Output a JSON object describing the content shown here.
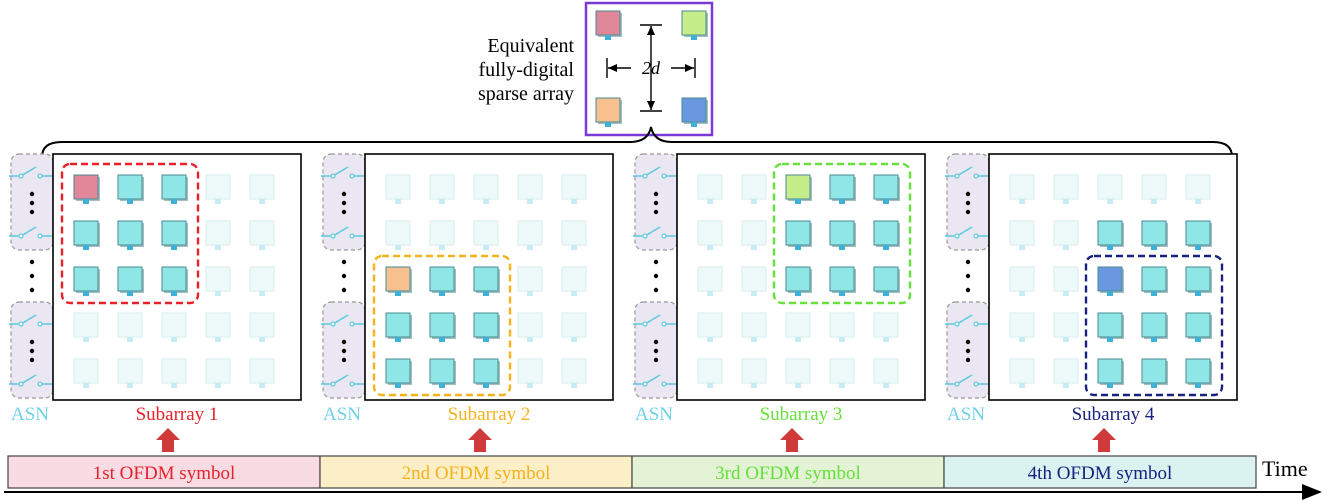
{
  "equivalent_label": [
    "Equivalent",
    "fully-digital",
    "sparse array"
  ],
  "spacing_label": "2d",
  "panels": [
    {
      "asn_label": "ASN",
      "subarray_label": "Subarray 1",
      "color": "#e8202a",
      "active_rows": [
        0,
        1,
        2
      ],
      "active_cols": [
        0,
        1,
        2
      ],
      "ref_color": "#e0879a"
    },
    {
      "asn_label": "ASN",
      "subarray_label": "Subarray 2",
      "color": "#f5b21b",
      "active_rows": [
        2,
        3,
        4
      ],
      "active_cols": [
        0,
        1,
        2
      ],
      "ref_color": "#f7c08f"
    },
    {
      "asn_label": "ASN",
      "subarray_label": "Subarray 3",
      "color": "#66e03a",
      "active_rows": [
        0,
        1,
        2
      ],
      "active_cols": [
        2,
        3,
        4
      ],
      "ref_color": "#c5ee8a"
    },
    {
      "asn_label": "ASN",
      "subarray_label": "Subarray 4",
      "color": "#1a2080",
      "active_rows": [
        1,
        2,
        3,
        4
      ],
      "active_cols": [
        2,
        3,
        4
      ],
      "box_rows": [
        2,
        3,
        4
      ],
      "ref_color": "#6a98e0"
    }
  ],
  "timeline": {
    "segments": [
      {
        "label": "1st OFDM symbol",
        "bg": "#f8dbe3",
        "text_color": "#e8202a"
      },
      {
        "label": "2nd OFDM symbol",
        "bg": "#fcefc8",
        "text_color": "#f5b21b"
      },
      {
        "label": "3rd OFDM symbol",
        "bg": "#e4f2d6",
        "text_color": "#66e03a"
      },
      {
        "label": "4th OFDM symbol",
        "bg": "#daf3f1",
        "text_color": "#1a2080"
      }
    ],
    "axis_label": "Time"
  },
  "colors": {
    "active_antenna": "#8fe6e6",
    "inactive_antenna": "#eefafa",
    "asn_text": "#6ed3e6",
    "arrow": "#d03a3a",
    "equiv_border": "#7a3ad8"
  }
}
